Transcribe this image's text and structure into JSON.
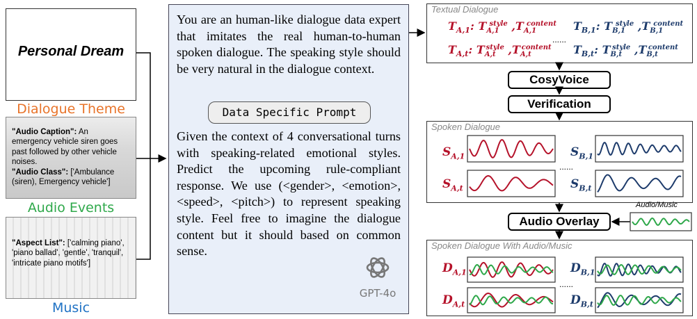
{
  "left": {
    "personal_dream": "Personal Dream",
    "dialogue_theme": "Dialogue Theme",
    "audio_events": "Audio Events",
    "music": "Music",
    "audio_caption_key": "\"Audio Caption\":",
    "audio_caption_val": " An emergency vehicle siren goes past followed by other vehicle noises.",
    "audio_class_key": "\"Audio Class\":",
    "audio_class_val": " ['Ambulance (siren), Emergency vehicle']",
    "aspect_list_key": "\"Aspect List\":",
    "aspect_list_val": " ['calming piano', 'piano ballad', 'gentle', 'tranquil', 'intricate piano motifs']"
  },
  "prompt": {
    "intro": "You are an human-like dialogue data expert that imitates the real human-to-human spoken dialogue. The speaking style should be very natural in the dialogue context.",
    "specific_label": "Data Specific Prompt",
    "body": "Given the context of 4 conversational turns with speaking-related emotional styles. Predict the upcoming rule-compliant response. We use (<gender>, <emotion>, <speed>, <pitch>) to represent speaking style. Feel free to imagine the dialogue content but it should based on common sense.",
    "model": "GPT-4o"
  },
  "right": {
    "textual_dialogue": "Textual Dialogue",
    "spoken_dialogue": "Spoken Dialogue",
    "spoken_with_audio": "Spoken Dialogue With Audio/Music",
    "cosyvoice": "CosyVoice",
    "verification": "Verification",
    "audio_overlay": "Audio Overlay",
    "audio_music": "Audio/Music",
    "ellipsis": "......",
    "comma": ","
  },
  "colors": {
    "red": "#b5122a",
    "blue": "#1d3b6b",
    "green": "#2ea84a",
    "orange": "#e8742a",
    "prompt_bg": "#e9eff9"
  }
}
